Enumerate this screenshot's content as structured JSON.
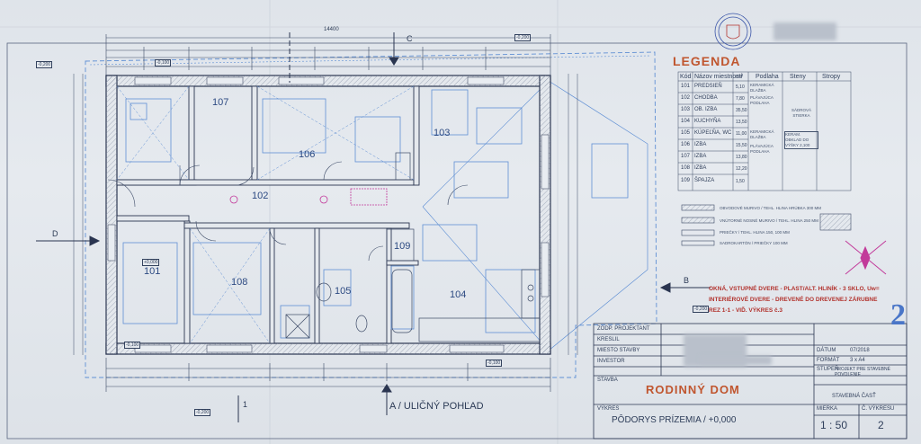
{
  "drawing": {
    "title": "RODINNÝ DOM",
    "sheet_title": "PÔDORYS PRÍZEMIA / +0,000",
    "street_view": "A / ULIČNÝ POHĽAD",
    "sheet_number": "2",
    "scale": "1 : 50",
    "drawing_no": "2",
    "axis_labels": {
      "c": "C",
      "d": "D",
      "b": "B",
      "a": "1"
    }
  },
  "legend": {
    "title": "LEGENDA",
    "headers": [
      "Kód",
      "Názov miestnosti",
      "m²",
      "Podlaha",
      "Steny",
      "Stropy"
    ],
    "rooms": [
      {
        "code": "101",
        "name": "PREDSIEŇ",
        "area": "5,10"
      },
      {
        "code": "102",
        "name": "CHODBA",
        "area": "7,80"
      },
      {
        "code": "103",
        "name": "OB. IZBA",
        "area": "35,50"
      },
      {
        "code": "104",
        "name": "KUCHYŇA",
        "area": "13,50"
      },
      {
        "code": "105",
        "name": "KÚPEĽŇA, WC",
        "area": "11,00"
      },
      {
        "code": "106",
        "name": "IZBA",
        "area": "15,50"
      },
      {
        "code": "107",
        "name": "IZBA",
        "area": "13,80"
      },
      {
        "code": "108",
        "name": "IZBA",
        "area": "12,20"
      },
      {
        "code": "109",
        "name": "ŠPAJZA",
        "area": "1,50"
      }
    ],
    "floor_notes": [
      "KERAMICKÁ DLAŽBA",
      "PLÁVAJÚCA PODLAHA",
      "KERAMICKÁ DLAŽBA",
      "PLÁVAJÚCA PODLAHA"
    ],
    "wall_note": "SÁDROVÁ STIERKA",
    "ceiling_note": "KERAM. OBKLAD DO VÝŠKY 2,100"
  },
  "materials": [
    "OBVODOVÉ MURIVO / TEHL. HLINA HRÚBKA 300 MM",
    "VNÚTORNÉ NOSNÉ MURIVO / TEHL. HLINA 250 MM",
    "PRIEČKY / TEHL. HLINA 150, 100 MM",
    "SADROKARTÓN / PRIEČKY 100 MM"
  ],
  "notes": {
    "windows": "OKNÁ, VSTUPNÉ DVERE - PLAST/ALT. HLINÍK - 3 SKLO, Uw=",
    "doors": "INTERIÉROVÉ DVERE - DREVENÉ DO DREVENEJ ZÁRUBNE",
    "section": "REZ 1-1 - VIĎ. VÝKRES č.3"
  },
  "title_block": {
    "labels": [
      "ZODP. PROJEKTANT",
      "KRESLIL",
      "MIESTO STAVBY",
      "INVESTOR",
      "STAVBA",
      "VÝKRES"
    ],
    "date_label": "DÁTUM",
    "date": "07/2018",
    "format_label": "FORMÁT",
    "format": "3 x A4",
    "stage_label": "STUPEŇ",
    "stage": "PROJEKT PRE STAVEBNÉ POVOLENIE",
    "part": "STAVEBNÁ ČASŤ",
    "scale_label": "MIERKA",
    "drawing_no_label": "Č. VÝKRESU"
  },
  "levels": [
    "-0,200",
    "-0,100",
    "+0,000",
    "-0,200",
    "-0,100",
    "-0,200",
    "-0,100",
    "-0,200"
  ],
  "dimensions": {
    "overall_width": "14400"
  },
  "colors": {
    "line": "#3c4a66",
    "blue": "#5f8fd4",
    "red": "#b2322d",
    "orange": "#c0562f",
    "magenta": "#c23a9a"
  }
}
